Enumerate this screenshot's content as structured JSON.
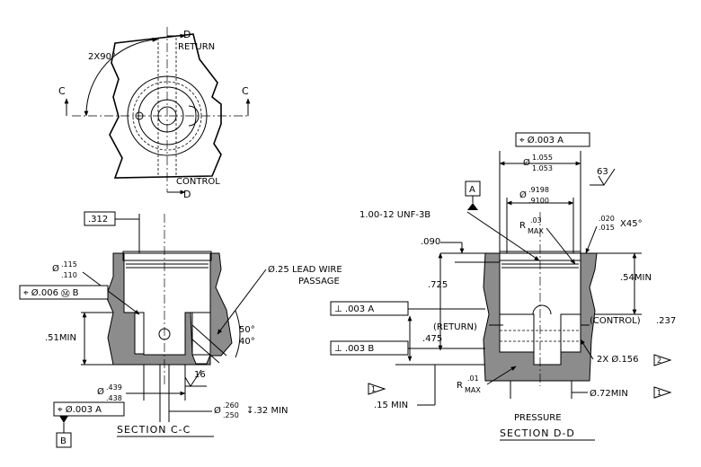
{
  "top_view": {
    "angle_label": "2X90°",
    "section_c_left": "C",
    "section_c_right": "C",
    "section_d_top": "D",
    "section_d_bottom": "D",
    "return_label": "RETURN",
    "control_label": "CONTROL"
  },
  "section_cc": {
    "dim_312": ".312",
    "dia_sym_1": "Ø",
    "dia_115": ".115",
    "dia_110": ".110",
    "fcf_1": "⌖ Ø.006 Ⓜ B",
    "lead_wire_1": "Ø.25 LEAD WIRE",
    "lead_wire_2": "PASSAGE",
    "min_51": ".51MIN",
    "angle_50": "50°",
    "angle_40": "40°",
    "finish_16": "16",
    "dia_sym_2": "Ø",
    "dia_439": ".439",
    "dia_438": ".438",
    "fcf_2": "⌖ Ø.003 A",
    "datum_b": "B",
    "dia_sym_3": "Ø",
    "dia_260": ".260",
    "dia_250": ".250",
    "depth": "↧.32 MIN",
    "title": "SECTION C-C"
  },
  "section_dd": {
    "fcf_top": "⌖ Ø.003 A",
    "dia_sym_1": "Ø",
    "dia_1055": "1.055",
    "dia_1053": "1.053",
    "finish_63": "63",
    "datum_a": "A",
    "dia_sym_2": "Ø",
    "dia_9198": ".9198",
    "dia_9100": ".9100",
    "thread": "1.00-12 UNF-3B",
    "r_03": ".03",
    "r_label": "R",
    "max_label": "MAX",
    "chamfer_020": ".020",
    "chamfer_015": ".015",
    "chamfer_x45": "X45°",
    "dim_090": ".090",
    "dim_725": ".725",
    "min_54": ".54MIN",
    "perp_1": "⊥ .003 A",
    "perp_2": "⊥ .003 B",
    "return_label": "(RETURN)",
    "dim_475": ".475",
    "control_label": "(CONTROL)",
    "dim_237": ".237",
    "holes_2x": "2X Ø.156",
    "flag_2": "2",
    "r_01": ".01",
    "r_label_2": "R",
    "max_label_2": "MAX",
    "flag_1a": "1",
    "min_15": ".15 MIN",
    "min_72": "Ø.72MIN",
    "flag_1b": "1",
    "pressure_label": "PRESSURE",
    "title": "SECTION D-D"
  }
}
